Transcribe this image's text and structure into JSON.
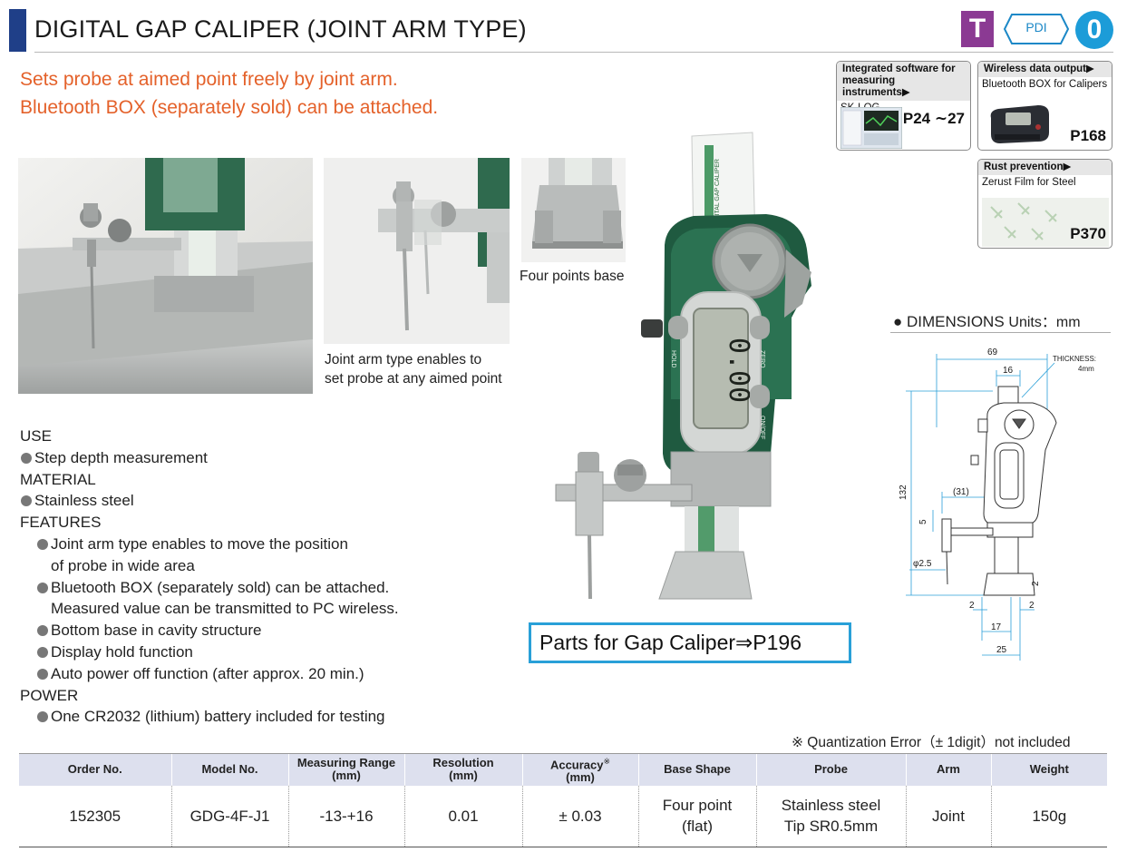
{
  "header": {
    "title": "DIGITAL GAP CALIPER (JOINT ARM TYPE)",
    "tagline_1": "Sets probe at aimed point freely by joint arm.",
    "tagline_2": "Bluetooth BOX (separately sold) can be attached.",
    "badges": {
      "t": "T",
      "pdi": "PDI",
      "o": "0"
    },
    "colors": {
      "title_bar": "#1f3f88",
      "tagline": "#e4612a",
      "badge_t": "#8b3a93",
      "badge_o": "#1c9cd8"
    }
  },
  "references": [
    {
      "heading": "Integrated software for measuring instruments▶",
      "sub": "SK-LOG",
      "page": "P24 ∼27"
    },
    {
      "heading": "Wireless data output▶",
      "sub": "Bluetooth BOX for Calipers",
      "page": "P168"
    },
    {
      "heading": "Rust prevention▶",
      "sub": "Zerust Film for Steel",
      "page": "P370"
    }
  ],
  "photos": {
    "caption_joint_1": "Joint arm type enables to",
    "caption_joint_2": "set probe at any aimed point",
    "caption_base": "Four points base",
    "scale_text": "DIGITAL GAP CALIPER",
    "button_hold": "HOLD",
    "button_zero": "ZERO",
    "button_onoff": "ON/OFF",
    "display_reading": "0.00"
  },
  "spec": {
    "use_heading": "USE",
    "use_items": [
      "Step depth measurement"
    ],
    "material_heading": "MATERIAL",
    "material_items": [
      "Stainless steel"
    ],
    "features_heading": "FEATURES",
    "feature_1a": "Joint arm type enables to move the position",
    "feature_1b": "of probe in wide area",
    "feature_2a": "Bluetooth BOX (separately sold) can be attached.",
    "feature_2b": "Measured value can be transmitted to PC wireless.",
    "feature_3": "Bottom base in cavity structure",
    "feature_4": "Display hold function",
    "feature_5": "Auto power off function (after approx. 20 min.)",
    "power_heading": "POWER",
    "power_items": [
      "One CR2032 (lithium) battery included for testing"
    ]
  },
  "parts_link": "Parts for Gap Caliper⇒P196",
  "dimensions": {
    "title": "● DIMENSIONS",
    "units": "Units：mm",
    "labels": {
      "width_69": "69",
      "width_16": "16",
      "thickness_1": "THICKNESS:",
      "thickness_2": "4mm",
      "height_132": "132",
      "arm_31": "(31)",
      "val_5": "5",
      "probe_dia": "φ2.5",
      "val_2_right": "2",
      "val_2_left": "2",
      "val_2_bottom": "2",
      "width_17": "17",
      "width_25": "25"
    }
  },
  "note": "※ Quantization Error（± 1digit）not included",
  "table": {
    "headers": {
      "order_no": "Order No.",
      "model_no": "Model No.",
      "range_1": "Measuring Range",
      "range_2": "(mm)",
      "res_1": "Resolution",
      "res_2": "(mm)",
      "acc_1": "Accuracy",
      "acc_mark": "※",
      "acc_2": "(mm)",
      "base_shape": "Base Shape",
      "probe": "Probe",
      "arm": "Arm",
      "weight": "Weight"
    },
    "row": {
      "order_no": "152305",
      "model_no": "GDG-4F-J1",
      "range": "-13-+16",
      "resolution": "0.01",
      "accuracy": "± 0.03",
      "base_shape_1": "Four point",
      "base_shape_2": "(flat)",
      "probe_1": "Stainless steel",
      "probe_2": "Tip SR0.5mm",
      "arm": "Joint",
      "weight": "150g"
    }
  }
}
